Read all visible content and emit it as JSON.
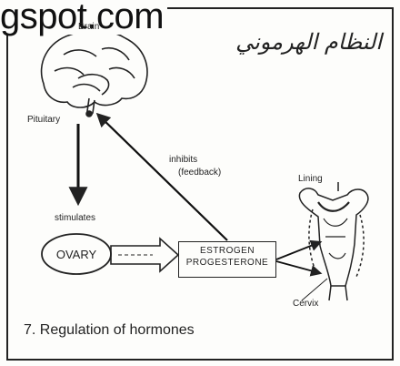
{
  "watermark": "gspot.com",
  "title_arabic": "النظام الهرموني",
  "labels": {
    "brain": "Brain",
    "pituitary": "Pituitary",
    "stimulates": "stimulates",
    "inhibits": "inhibits",
    "feedback": "(feedback)",
    "lining": "Lining",
    "cervix": "Cervix",
    "ovary": "OVARY",
    "estrogen": "ESTROGEN",
    "progesterone": "PROGESTERONE"
  },
  "caption": "7. Regulation of hormones"
}
